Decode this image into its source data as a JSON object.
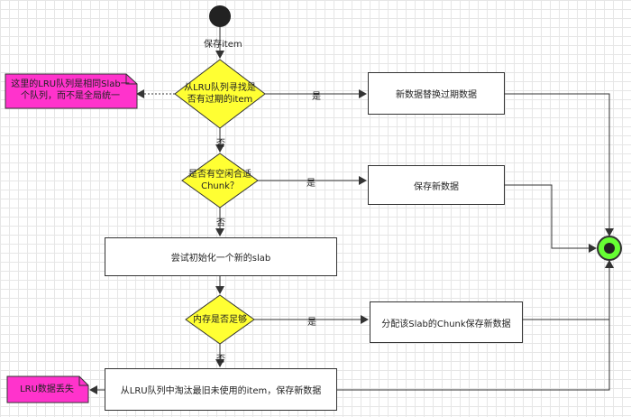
{
  "diagram": {
    "start_label": "保存item",
    "decision1": "从LRU队列寻找是否有过期的item",
    "decision2": "是否有空闲合适Chunk？",
    "decision3": "内存是否足够",
    "box_replace": "新数据替换过期数据",
    "box_save": "保存新数据",
    "box_init": "尝试初始化一个新的slab",
    "box_alloc": "分配该Slab的Chunk保存新数据",
    "box_evict": "从LRU队列中淘汰最旧未使用的item，保存新数据",
    "note_lru": "这里的LRU队列是相同Slab一个队列，而不是全局统一",
    "note_lost": "LRU数据丢失",
    "yes1": "是",
    "yes2": "是",
    "yes3": "是",
    "no1": "否",
    "no2": "否",
    "no3": "否",
    "colors": {
      "decision_fill": "#ffff33",
      "note_fill": "#ff33cc",
      "end_ring": "#66ff33",
      "start_fill": "#222222"
    }
  }
}
